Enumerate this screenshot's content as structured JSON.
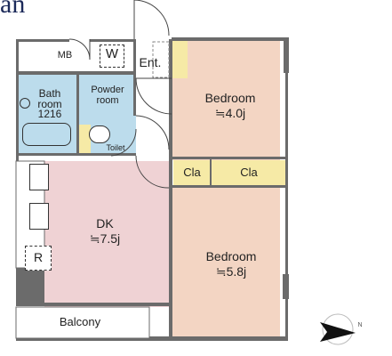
{
  "title_fragment": "an",
  "rooms": {
    "mb": "MB",
    "w": "W",
    "ent": "Ent.",
    "bath": "Bath",
    "bath_room": "room",
    "bath_code": "1216",
    "powder1": "Powder",
    "powder2": "room",
    "toilet": "Toilet",
    "bedroom_upper": "Bedroom",
    "bedroom_upper_size": "≒4.0j",
    "cla_left": "Cla",
    "cla_right": "Cla",
    "dk": "DK",
    "dk_size": "≒7.5j",
    "refrigerator": "R",
    "bedroom_lower": "Bedroom",
    "bedroom_lower_size": "≒5.8j",
    "balcony": "Balcony"
  },
  "compass": {
    "letter": "N"
  },
  "colors": {
    "bedroom": "#f3d5c3",
    "dk": "#efd2d4",
    "bath": "#bcdcec",
    "closet": "#f6eaa6",
    "wall": "#6b6b6b",
    "title": "#1c2a5a"
  }
}
